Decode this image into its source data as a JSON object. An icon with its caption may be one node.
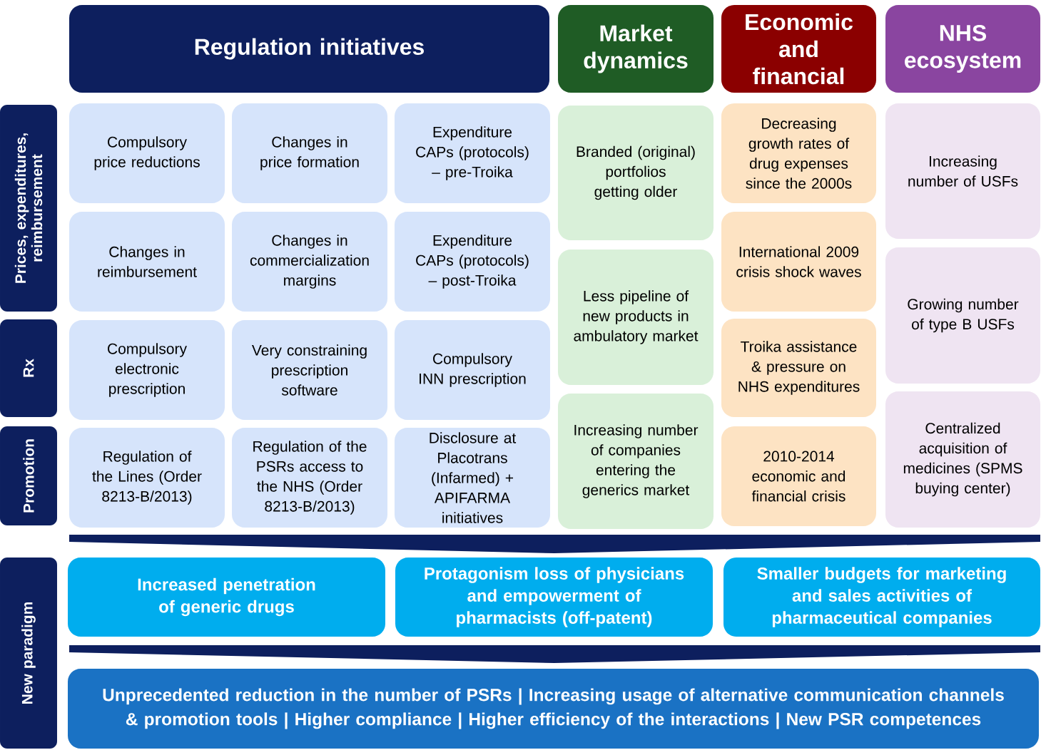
{
  "diagram": {
    "nodes": [
      {
        "text": [
          "Regulation initiatives"
        ]
      },
      {
        "text": [
          "Market dynamics"
        ]
      },
      {
        "text": [
          "Economic and financial"
        ]
      },
      {
        "text": [
          "NHS ecosystem"
        ]
      },
      {
        "text": [
          "Prices, expenditures, reimbursement"
        ]
      },
      {
        "text": [
          "Rx"
        ]
      },
      {
        "text": [
          "Promotion"
        ]
      },
      {
        "text": [
          "Compulsory price reductions"
        ]
      },
      {
        "text": [
          "Changes in price formation"
        ]
      },
      {
        "text": [
          "Expenditure CAPs (protocols) – pre-Troika"
        ]
      },
      {
        "text": [
          "Changes in reimbursement"
        ]
      },
      {
        "text": [
          "Changes in commercialization margins"
        ]
      },
      {
        "text": [
          "Expenditure CAPs (protocols) – post-Troika"
        ]
      },
      {
        "text": [
          "Compulsory electronic prescription"
        ]
      },
      {
        "text": [
          "Very constraining prescription software"
        ]
      },
      {
        "text": [
          "Compulsory INN prescription"
        ]
      },
      {
        "text": [
          "Regulation of the Lines (Order 8213-B/2013)"
        ]
      },
      {
        "text": [
          "Regulation of the PSRs access to the NHS (Order 8213-B/2013)"
        ]
      },
      {
        "text": [
          "Disclosure at Placotrans (Infarmed) + APIFARMA initiatives"
        ]
      },
      {
        "text": [
          "Branded (original) portfolios getting older"
        ]
      },
      {
        "text": [
          "Less pipeline of new products in ambulatory market"
        ]
      },
      {
        "text": [
          "Increasing number of companies entering the generics market"
        ]
      },
      {
        "text": [
          "Decreasing growth rates of drug expenses since the 2000s"
        ]
      },
      {
        "text": [
          "International 2009 crisis shock waves"
        ]
      },
      {
        "text": [
          "Troika assistance & pressure on NHS expenditures"
        ]
      },
      {
        "text": [
          "2010-2014 economic and financial crisis"
        ]
      },
      {
        "text": [
          "Increasing number of USFs"
        ]
      },
      {
        "text": [
          "Growing number of type B USFs"
        ]
      },
      {
        "text": [
          "Centralized acquisition of medicines (SPMS buying center)"
        ]
      },
      {
        "text": [
          "New paradigm"
        ]
      },
      {
        "text": [
          "Increased penetration of generic drugs"
        ]
      },
      {
        "text": [
          "Protagonism loss of physicians and empowerment of pharmacists (off-patent)"
        ]
      },
      {
        "text": [
          "Smaller budgets for marketing and sales activities of pharmaceutical companies"
        ]
      },
      {
        "text": [
          "Unprecedented reduction in the number of PSRs | Increasing usage of alternative communication channels & promotion tools | Higher compliance | Higher efficiency of the interactions | New PSR competences"
        ]
      },
      {
        "text": [],
        "shape": "chevron"
      },
      {
        "text": [],
        "shape": "chevron"
      }
    ]
  }
}
